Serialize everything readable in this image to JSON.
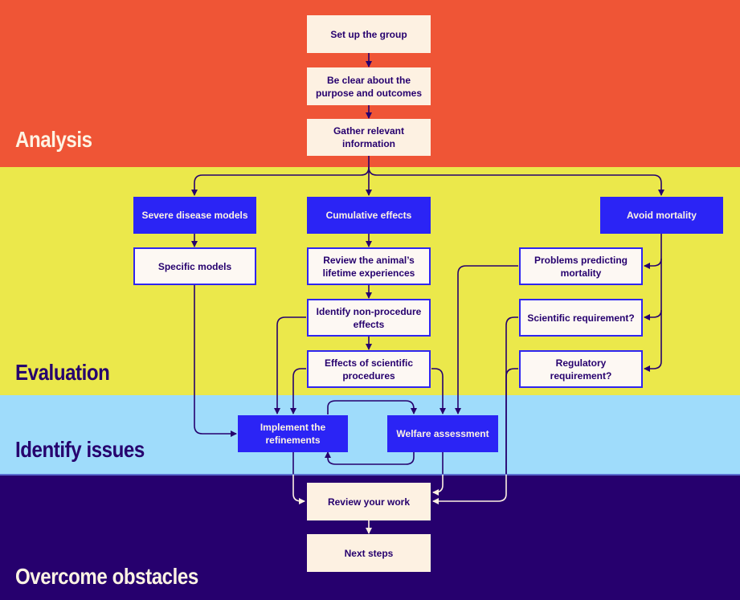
{
  "stages": [
    {
      "id": "analysis",
      "label": "Analysis",
      "color": "#ef5536"
    },
    {
      "id": "evaluation",
      "label": "Evaluation",
      "color": "#ebe84b"
    },
    {
      "id": "identify",
      "label": "Identify issues",
      "color": "#9fdcfb"
    },
    {
      "id": "overcome",
      "label": "Overcome obstacles",
      "color": "#26006e"
    }
  ],
  "nodes": {
    "setup": "Set up the group",
    "clear": "Be clear about the purpose and outcomes",
    "gather": "Gather relevant information",
    "severe": "Severe disease models",
    "specific": "Specific models",
    "cumulative": "Cumulative effects",
    "review_animal": "Review the animal’s lifetime experiences",
    "identify_non": "Identify non-procedure effects",
    "effects_sci": "Effects of scientific procedures",
    "avoid": "Avoid mortality",
    "problems": "Problems predicting mortality",
    "sci_req": "Scientific requirement?",
    "reg_req": "Regulatory requirement?",
    "implement": "Implement the refinements",
    "welfare": "Welfare assessment",
    "review_work": "Review your work",
    "next": "Next steps"
  },
  "colors": {
    "dark_navy": "#26006e",
    "blue": "#2b24f5",
    "cream": "#fdf1e2"
  }
}
